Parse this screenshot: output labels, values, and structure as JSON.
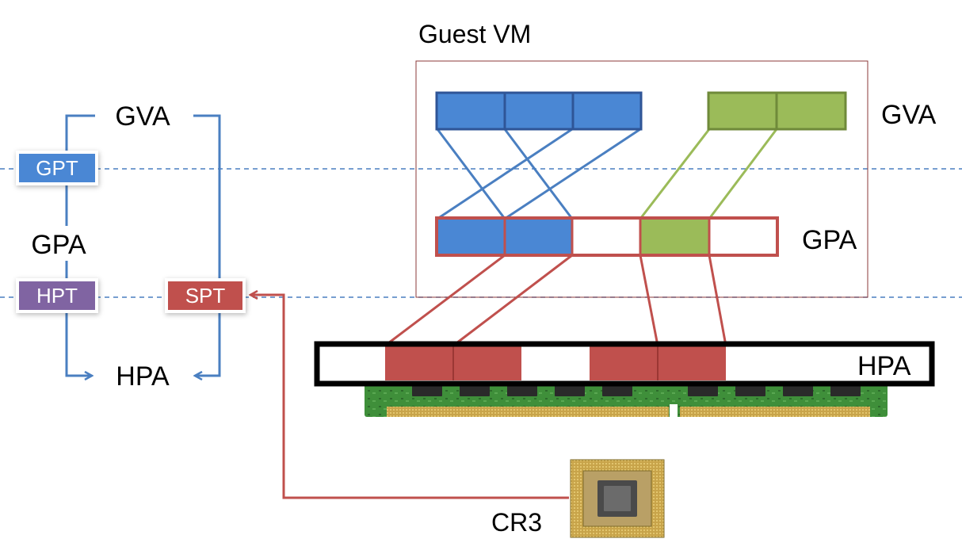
{
  "title": "Guest VM",
  "left_flow": {
    "gva": "GVA",
    "gpa": "GPA",
    "hpa": "HPA",
    "gpt": "GPT",
    "hpt": "HPT",
    "spt": "SPT"
  },
  "right_labels": {
    "gva": "GVA",
    "gpa": "GPA",
    "hpa": "HPA"
  },
  "cpu_label": "CR3",
  "colors": {
    "blue": "#4a87d4",
    "blue_border": "#2f5597",
    "green": "#9bbb59",
    "green_border": "#6f8a3a",
    "red": "#c0504d",
    "purple": "#8064a2",
    "line_blue": "#4a7fc1",
    "line_green": "#9bbb59",
    "line_red": "#c0504d",
    "dashed": "#4a7fc1"
  }
}
